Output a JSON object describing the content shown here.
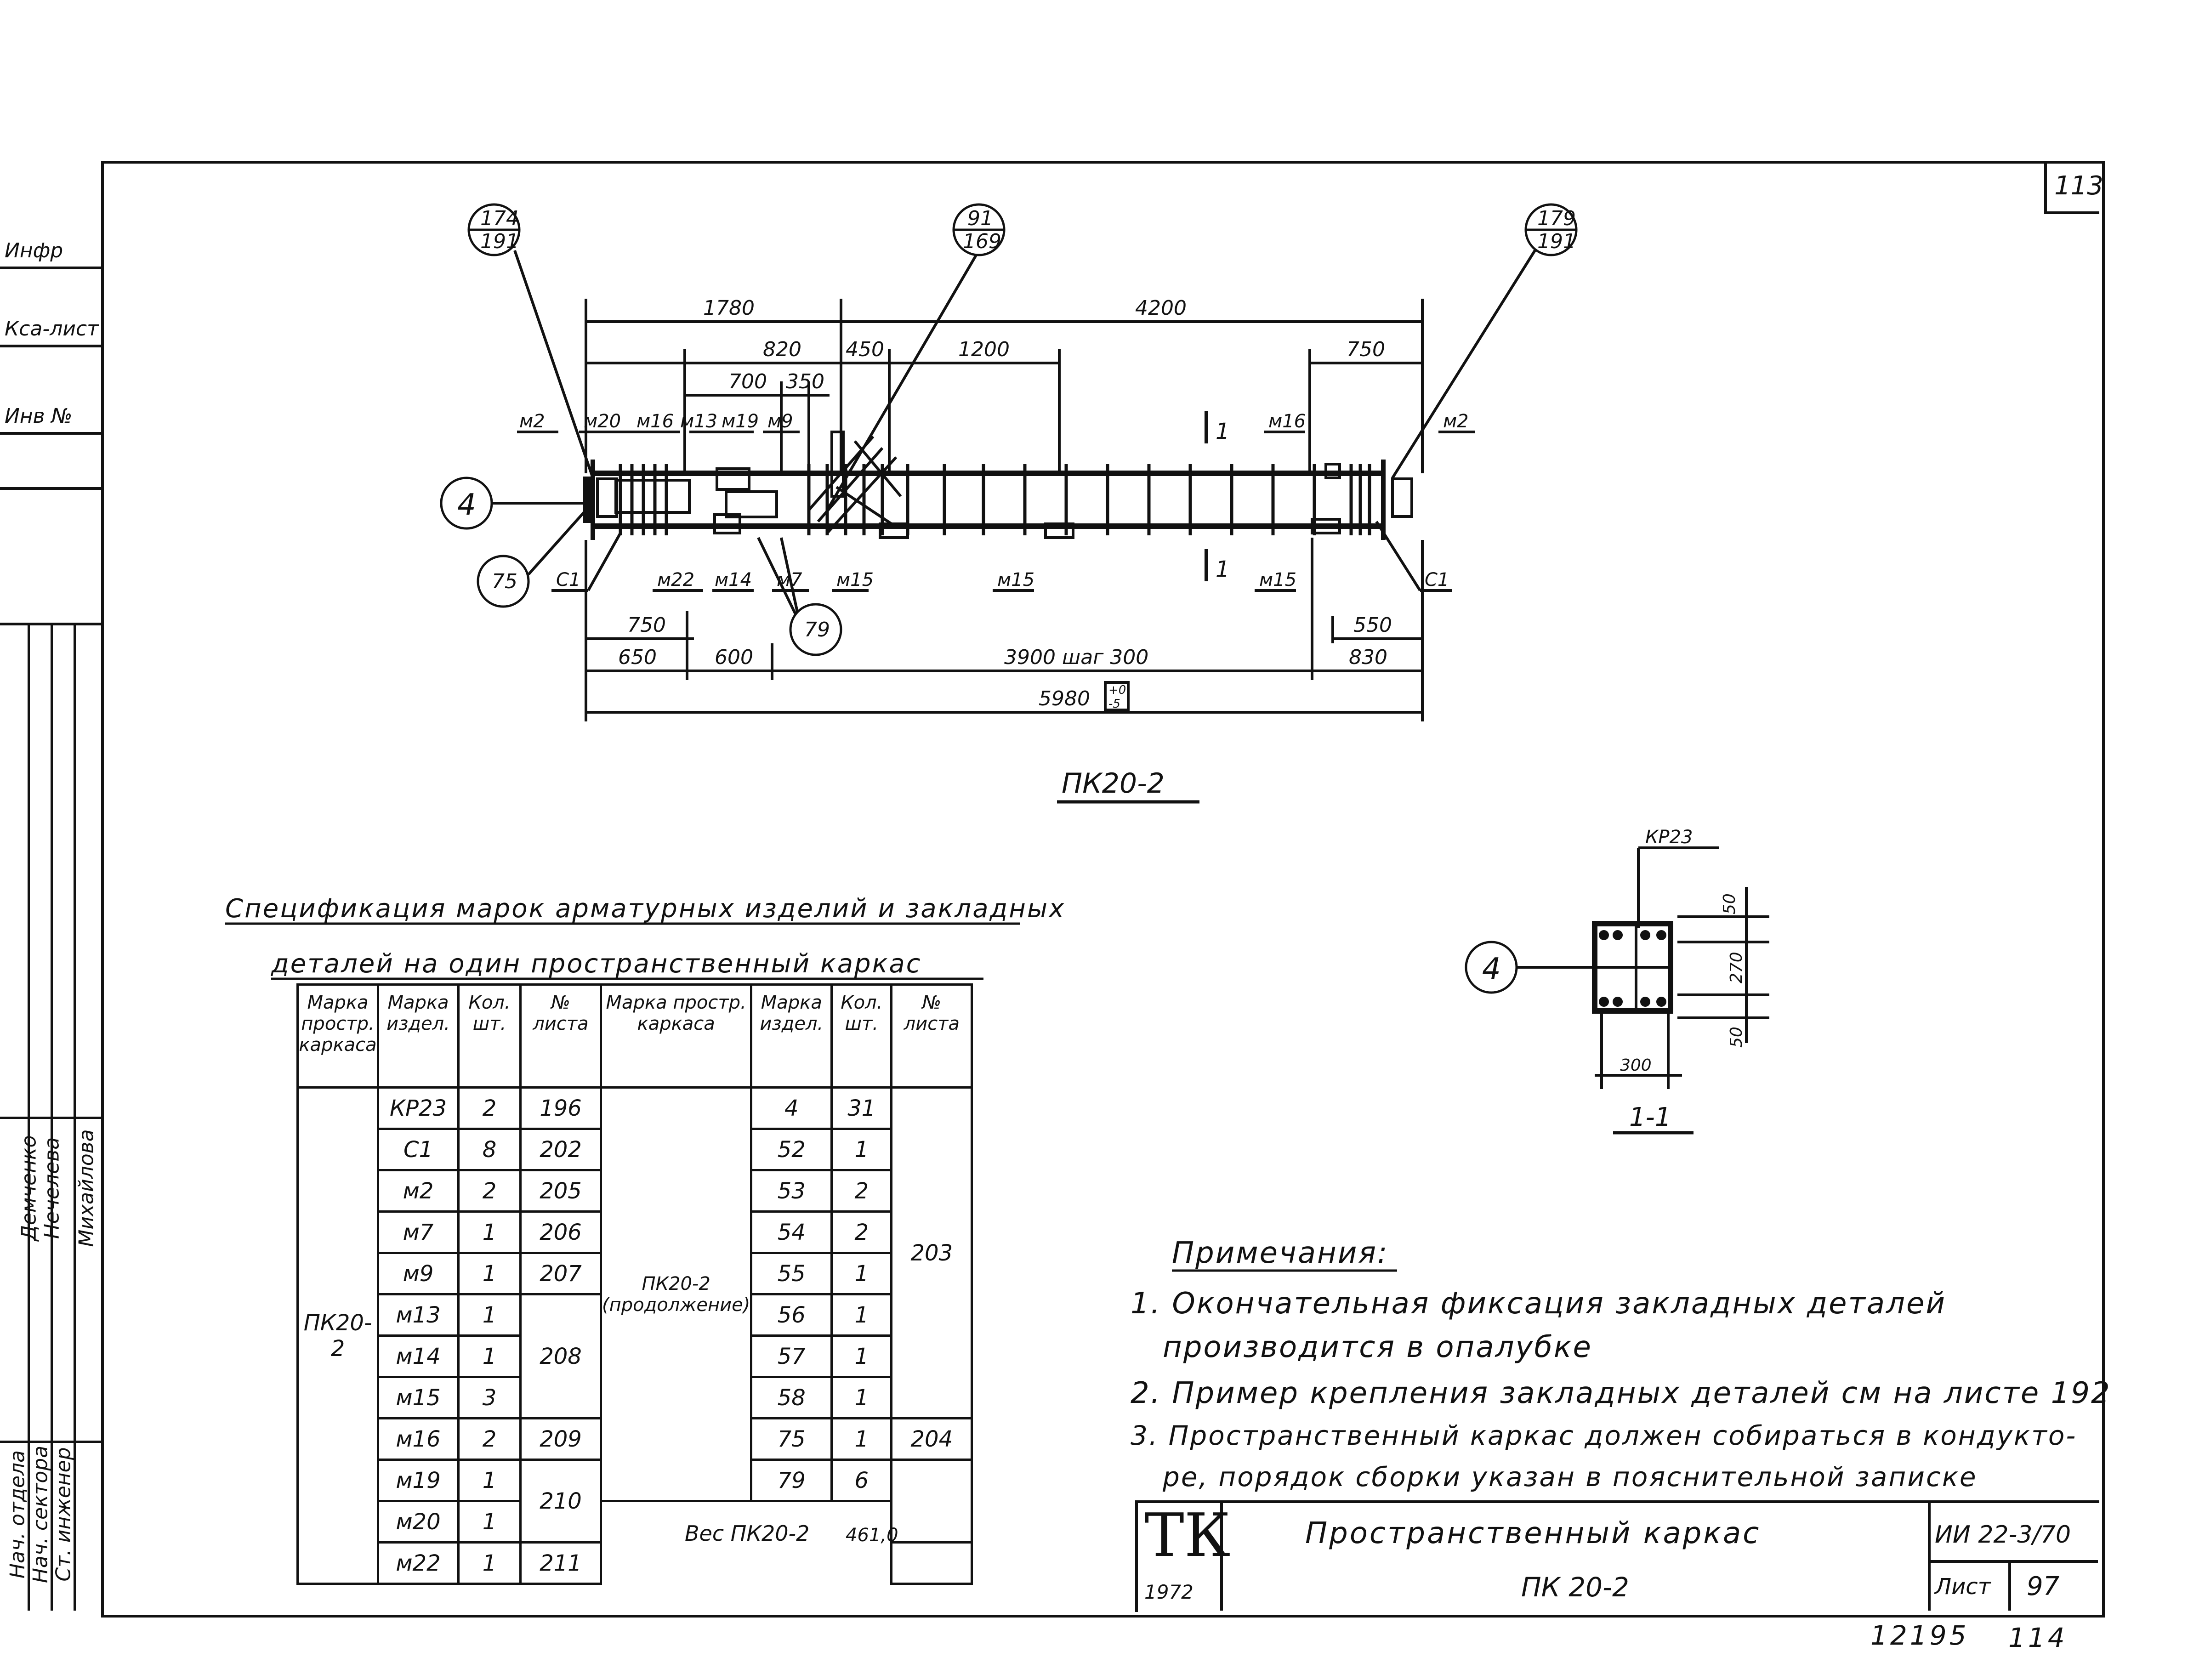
{
  "page_number": "113",
  "left_stamp": [
    "Инфр",
    "Кса-лист",
    "Инв №"
  ],
  "signatures": {
    "roles": [
      "Нач. отдела",
      "Нач. сектора",
      "Ст. инженер"
    ],
    "names": [
      "Демченко",
      "Нечелева",
      "Михайлова"
    ]
  },
  "main_drawing": {
    "title": "ПК20-2",
    "callouts": {
      "left_circle": [
        "174",
        "191"
      ],
      "mid_circle": [
        "91",
        "169"
      ],
      "right_circle": [
        "179",
        "191"
      ],
      "left_end": "4",
      "bottom_left": "75",
      "bottom_mid": "79"
    },
    "dims_top": [
      "1780",
      "4200",
      "820",
      "450",
      "1200",
      "700",
      "350",
      "750"
    ],
    "dims_bottom": [
      "750",
      "650",
      "600",
      "3900 шаг 300",
      "550",
      "830",
      "5980"
    ],
    "tolerance": [
      "+0",
      "-5"
    ],
    "labels_top": [
      "м2",
      "м20",
      "м16",
      "м13",
      "м19",
      "м9",
      "м16",
      "м2"
    ],
    "labels_bottom": [
      "С1",
      "м22",
      "м14",
      "м7",
      "м15",
      "м15",
      "м15",
      "С1"
    ],
    "section_mark": "1"
  },
  "section": {
    "title": "1-1",
    "cage_label": "КР23",
    "callout": "4",
    "dims": [
      "50",
      "270",
      "50",
      "300"
    ]
  },
  "spec": {
    "title_line1": "Спецификация марок арматурных изделий и закладных",
    "title_line2": "деталей на один пространственный каркас",
    "headers": [
      "Марка простр. каркаса",
      "Марка издел.",
      "Кол. шт.",
      "№ листа",
      "Марка простр. каркаса",
      "Марка издел.",
      "Кол. шт.",
      "№ листа"
    ],
    "left_frame": "ПК20-2",
    "right_frame": "ПК20-2 (продолжение)",
    "left_rows": [
      {
        "mark": "КР23",
        "qty": "2",
        "sheet": "196"
      },
      {
        "mark": "С1",
        "qty": "8",
        "sheet": "202"
      },
      {
        "mark": "м2",
        "qty": "2",
        "sheet": "205"
      },
      {
        "mark": "м7",
        "qty": "1",
        "sheet": "206"
      },
      {
        "mark": "м9",
        "qty": "1",
        "sheet": "207"
      },
      {
        "mark": "м13",
        "qty": "1",
        "sheet": ""
      },
      {
        "mark": "м14",
        "qty": "1",
        "sheet": "208"
      },
      {
        "mark": "м15",
        "qty": "3",
        "sheet": ""
      },
      {
        "mark": "м16",
        "qty": "2",
        "sheet": "209"
      },
      {
        "mark": "м19",
        "qty": "1",
        "sheet": ""
      },
      {
        "mark": "м20",
        "qty": "1",
        "sheet": "210"
      },
      {
        "mark": "м22",
        "qty": "1",
        "sheet": "211"
      }
    ],
    "right_rows": [
      {
        "mark": "4",
        "qty": "31"
      },
      {
        "mark": "52",
        "qty": "1"
      },
      {
        "mark": "53",
        "qty": "2"
      },
      {
        "mark": "54",
        "qty": "2"
      },
      {
        "mark": "55",
        "qty": "1"
      },
      {
        "mark": "56",
        "qty": "1"
      },
      {
        "mark": "57",
        "qty": "1"
      },
      {
        "mark": "58",
        "qty": "1"
      },
      {
        "mark": "75",
        "qty": "1"
      },
      {
        "mark": "79",
        "qty": "6"
      }
    ],
    "right_sheet_203": "203",
    "right_sheet_204": "204",
    "weight_label": "Вес ПК20-2",
    "weight_value": "461,0"
  },
  "notes": {
    "title": "Примечания:",
    "n1_line1": "1. Окончательная фиксация закладных деталей",
    "n1_line2": "производится в опалубке",
    "n2": "2. Пример крепления закладных деталей см на листе 192",
    "n3_line1": "3. Пространственный каркас должен собираться в кондукто-",
    "n3_line2": "ре, порядок сборки указан в пояснительной записке"
  },
  "title_block": {
    "logo": "ТК",
    "year": "1972",
    "title": "Пространственный каркас",
    "subtitle": "ПК 20-2",
    "code": "ИИ 22-3/70",
    "sheet_label": "Лист",
    "sheet_value": "97"
  },
  "bottom_numbers": [
    "12195",
    "114"
  ]
}
